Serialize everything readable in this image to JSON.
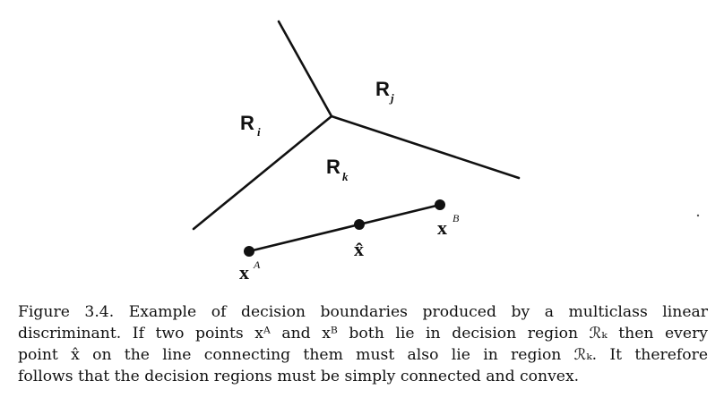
{
  "diagram": {
    "regions": [
      {
        "letter": "R",
        "subscript": "i"
      },
      {
        "letter": "R",
        "subscript": "j"
      },
      {
        "letter": "R",
        "subscript": "k"
      }
    ],
    "points": [
      {
        "base": "x",
        "superscript": "A"
      },
      {
        "base": "x̂",
        "superscript": ""
      },
      {
        "base": "x",
        "superscript": "B"
      }
    ]
  },
  "caption": {
    "lines": [
      "Figure 3.4. Example of decision boundaries produced by a multiclass linear",
      "discriminant. If two points xᴬ and xᴮ both lie in decision region ℛₖ then every",
      "point x̂ on the line connecting them must also lie in region ℛₖ. It therefore",
      "follows that the decision regions must be simply connected and convex."
    ]
  }
}
